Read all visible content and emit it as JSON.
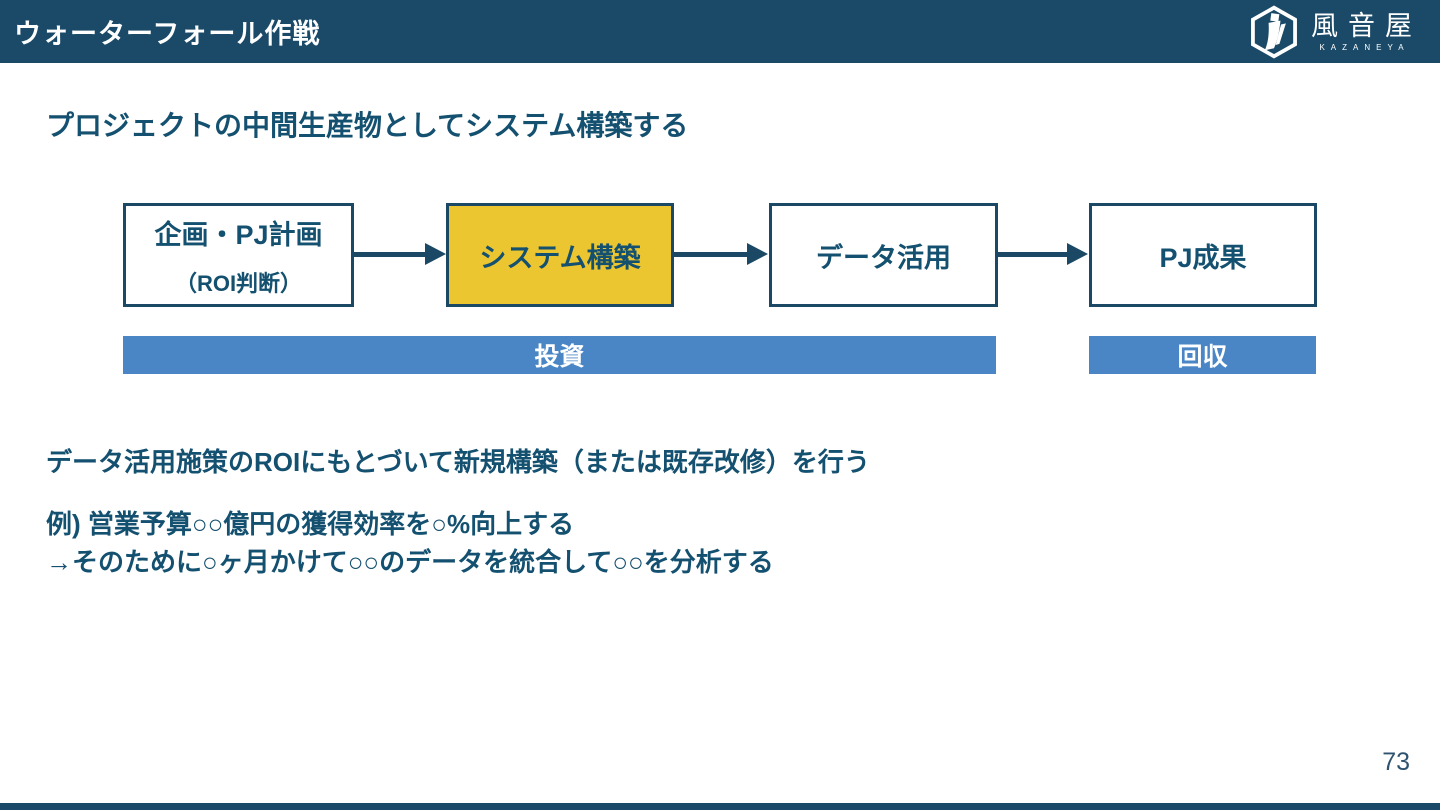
{
  "header": {
    "title": "ウォーターフォール作戦",
    "logo": {
      "brand": "風音屋",
      "subbrand": "KAZANEYA"
    }
  },
  "heading": "プロジェクトの中間生産物としてシステム構築する",
  "flow": {
    "boxes": [
      {
        "label": "企画・PJ計画",
        "sublabel": "（ROI判断）",
        "highlighted": false
      },
      {
        "label": "システム構築",
        "highlighted": true
      },
      {
        "label": "データ活用",
        "highlighted": false
      },
      {
        "label": "PJ成果",
        "highlighted": false
      }
    ],
    "phase_bars": [
      {
        "label": "投資"
      },
      {
        "label": "回収"
      }
    ]
  },
  "body": {
    "line1": "データ活用施策のROIにもとづいて新規構築（または既存改修）を行う",
    "example_line1": "例) 営業予算○○億円の獲得効率を○%向上する",
    "example_line2": "→そのために○ヶ月かけて○○のデータを統合して○○を分析する"
  },
  "page_number": "73",
  "colors": {
    "navy": "#1A4A68",
    "text_navy": "#14506F",
    "highlight_yellow": "#ECC630",
    "phase_blue": "#4A86C6"
  }
}
